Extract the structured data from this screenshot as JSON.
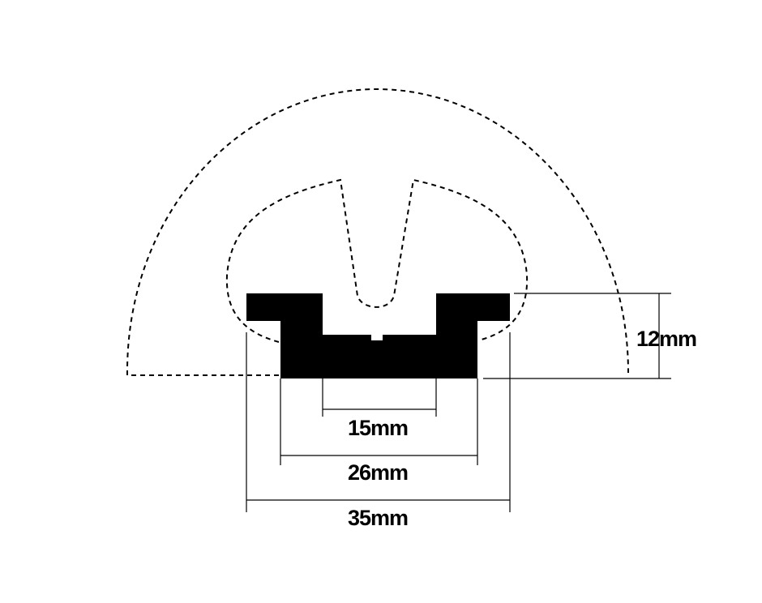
{
  "dimensions": {
    "height_label": "12mm",
    "slot_width_label": "15mm",
    "base_width_label": "26mm",
    "top_width_label": "35mm"
  }
}
